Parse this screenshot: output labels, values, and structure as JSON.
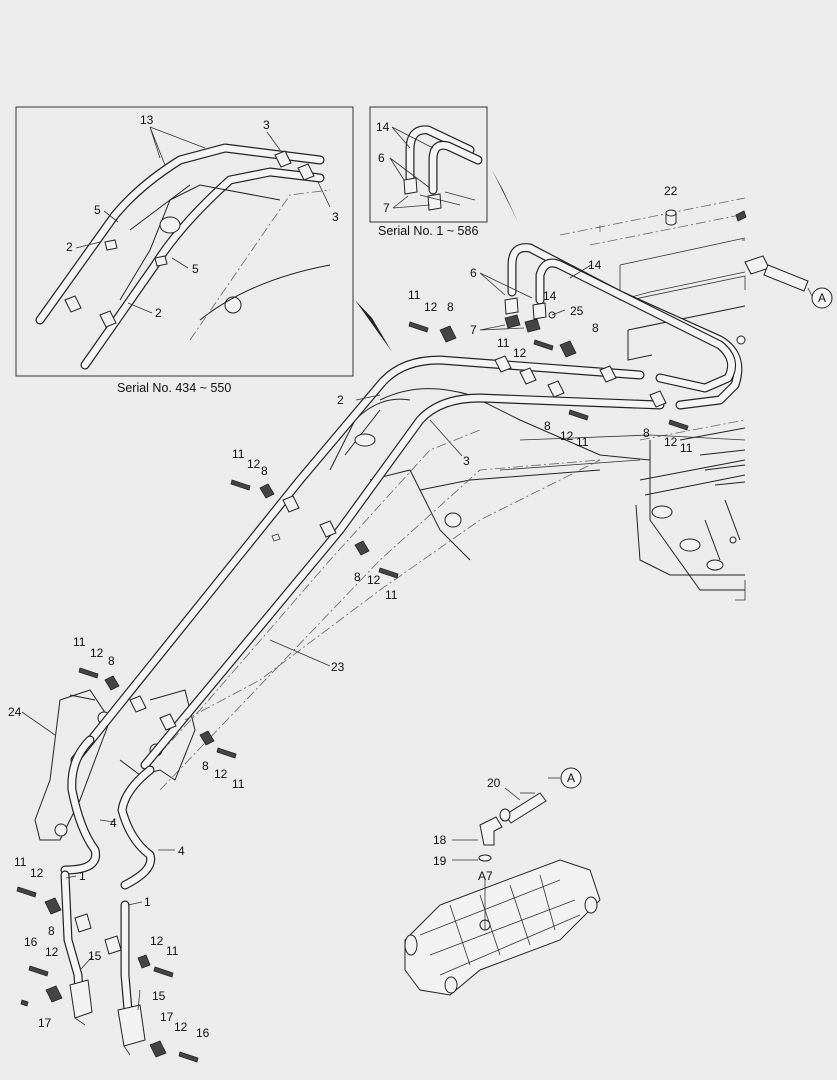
{
  "captions": {
    "inset_left": "Serial No. 434 ~ 550",
    "inset_right": "Serial No. 1 ~ 586"
  },
  "connector": "A",
  "connector_tag": "A7",
  "labels": [
    {
      "id": "l13",
      "t": "13"
    },
    {
      "id": "l3a",
      "t": "3"
    },
    {
      "id": "l3b",
      "t": "3"
    },
    {
      "id": "l5a",
      "t": "5"
    },
    {
      "id": "l5b",
      "t": "5"
    },
    {
      "id": "l2a",
      "t": "2"
    },
    {
      "id": "l2b",
      "t": "2"
    },
    {
      "id": "l14a",
      "t": "14"
    },
    {
      "id": "l6a",
      "t": "6"
    },
    {
      "id": "l7a",
      "t": "7"
    },
    {
      "id": "l22",
      "t": "22"
    },
    {
      "id": "l14b",
      "t": "14"
    },
    {
      "id": "l6b",
      "t": "6"
    },
    {
      "id": "l14c",
      "t": "14"
    },
    {
      "id": "l25",
      "t": "25"
    },
    {
      "id": "l7b",
      "t": "7"
    },
    {
      "id": "l11a",
      "t": "11"
    },
    {
      "id": "l12a",
      "t": "12"
    },
    {
      "id": "l8a",
      "t": "8"
    },
    {
      "id": "l8b",
      "t": "8"
    },
    {
      "id": "l11b",
      "t": "11"
    },
    {
      "id": "l12b",
      "t": "12"
    },
    {
      "id": "l2c",
      "t": "2"
    },
    {
      "id": "l3c",
      "t": "3"
    },
    {
      "id": "l8c",
      "t": "8"
    },
    {
      "id": "l12c",
      "t": "12"
    },
    {
      "id": "l11c",
      "t": "11"
    },
    {
      "id": "l8d",
      "t": "8"
    },
    {
      "id": "l12d",
      "t": "12"
    },
    {
      "id": "l11d",
      "t": "11"
    },
    {
      "id": "l11e",
      "t": "11"
    },
    {
      "id": "l12e",
      "t": "12"
    },
    {
      "id": "l8e",
      "t": "8"
    },
    {
      "id": "l8f",
      "t": "8"
    },
    {
      "id": "l12f",
      "t": "12"
    },
    {
      "id": "l11f",
      "t": "11"
    },
    {
      "id": "l23",
      "t": "23"
    },
    {
      "id": "l11g",
      "t": "11"
    },
    {
      "id": "l12g",
      "t": "12"
    },
    {
      "id": "l8g",
      "t": "8"
    },
    {
      "id": "l24",
      "t": "24"
    },
    {
      "id": "l8h",
      "t": "8"
    },
    {
      "id": "l12h",
      "t": "12"
    },
    {
      "id": "l11h",
      "t": "11"
    },
    {
      "id": "l4a",
      "t": "4"
    },
    {
      "id": "l4b",
      "t": "4"
    },
    {
      "id": "l20",
      "t": "20"
    },
    {
      "id": "l18",
      "t": "18"
    },
    {
      "id": "l19",
      "t": "19"
    },
    {
      "id": "l11i",
      "t": "11"
    },
    {
      "id": "l12i",
      "t": "12"
    },
    {
      "id": "l1a",
      "t": "1"
    },
    {
      "id": "l8i",
      "t": "8"
    },
    {
      "id": "l1b",
      "t": "1"
    },
    {
      "id": "l16a",
      "t": "16"
    },
    {
      "id": "l12j",
      "t": "12"
    },
    {
      "id": "l15a",
      "t": "15"
    },
    {
      "id": "l17a",
      "t": "17"
    },
    {
      "id": "l12k",
      "t": "12"
    },
    {
      "id": "l11k",
      "t": "11"
    },
    {
      "id": "l15b",
      "t": "15"
    },
    {
      "id": "l17b",
      "t": "17"
    },
    {
      "id": "l12l",
      "t": "12"
    },
    {
      "id": "l16b",
      "t": "16"
    }
  ]
}
